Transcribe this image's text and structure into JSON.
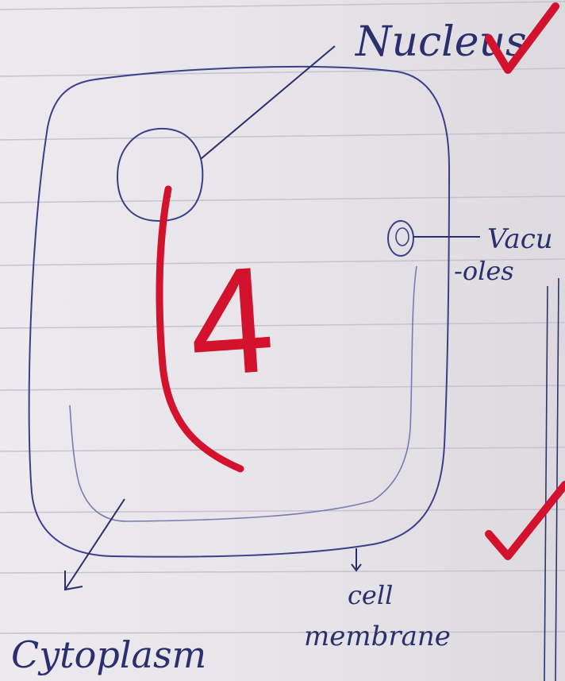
{
  "labels": {
    "nucleus": "Nucleus",
    "vacuoles_line1": "Vacu",
    "vacuoles_line2": "-oles",
    "cell": "cell",
    "membrane": "membrane",
    "cytoplasm": "Cytoplasm"
  },
  "grading": {
    "score": "4"
  },
  "colors": {
    "ink": "#2a2f6e",
    "pencil": "#3b3f8a",
    "grader": "#d3122e",
    "rule": "#c5c3cc"
  }
}
